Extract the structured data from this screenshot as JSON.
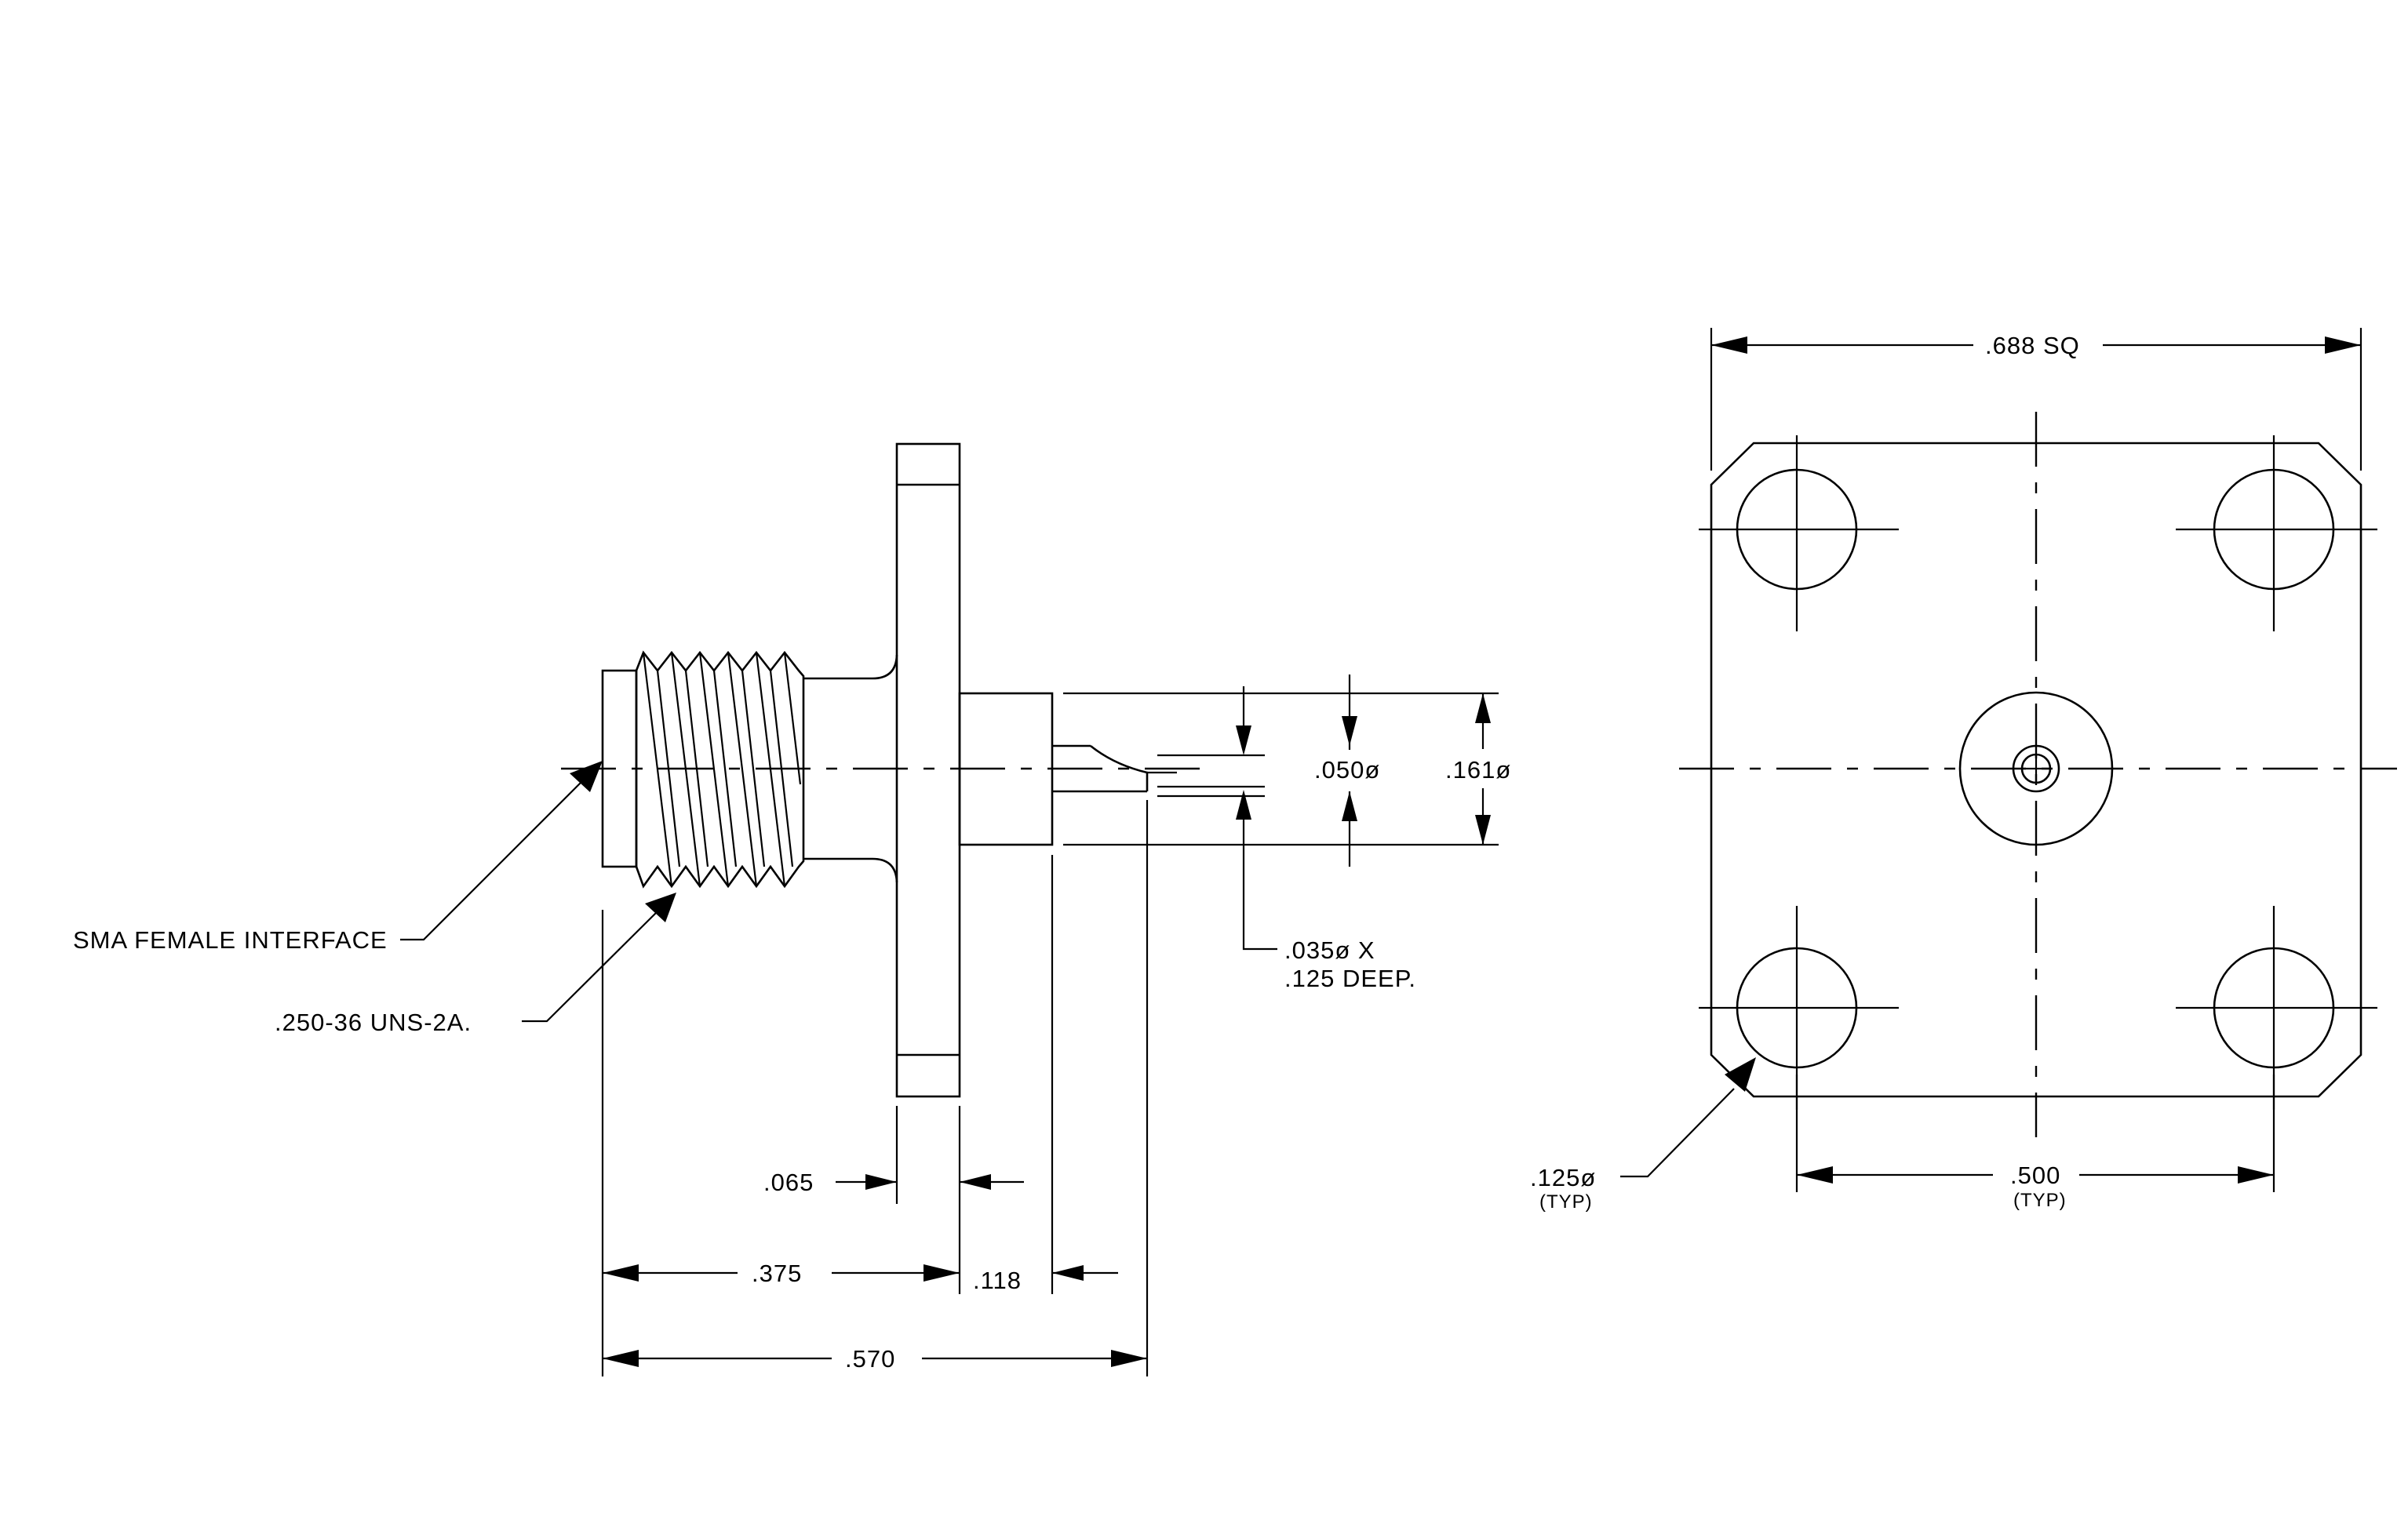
{
  "dimensions": {
    "interface_label": "SMA FEMALE INTERFACE",
    "thread_label": ".250-36 UNS-2A.",
    "flange_thickness": ".065",
    "body_length": ".375",
    "stub_length": ".118",
    "overall_length": ".570",
    "pin_diameter": ".050ø",
    "stub_diameter": ".161ø",
    "hole_line1": ".035ø X",
    "hole_line2": ".125 DEEP.",
    "flange_size": ".688 SQ",
    "mount_hole_diameter": ".125ø",
    "mount_hole_typ": "(TYP)",
    "hole_spacing": ".500",
    "hole_spacing_typ": "(TYP)"
  }
}
